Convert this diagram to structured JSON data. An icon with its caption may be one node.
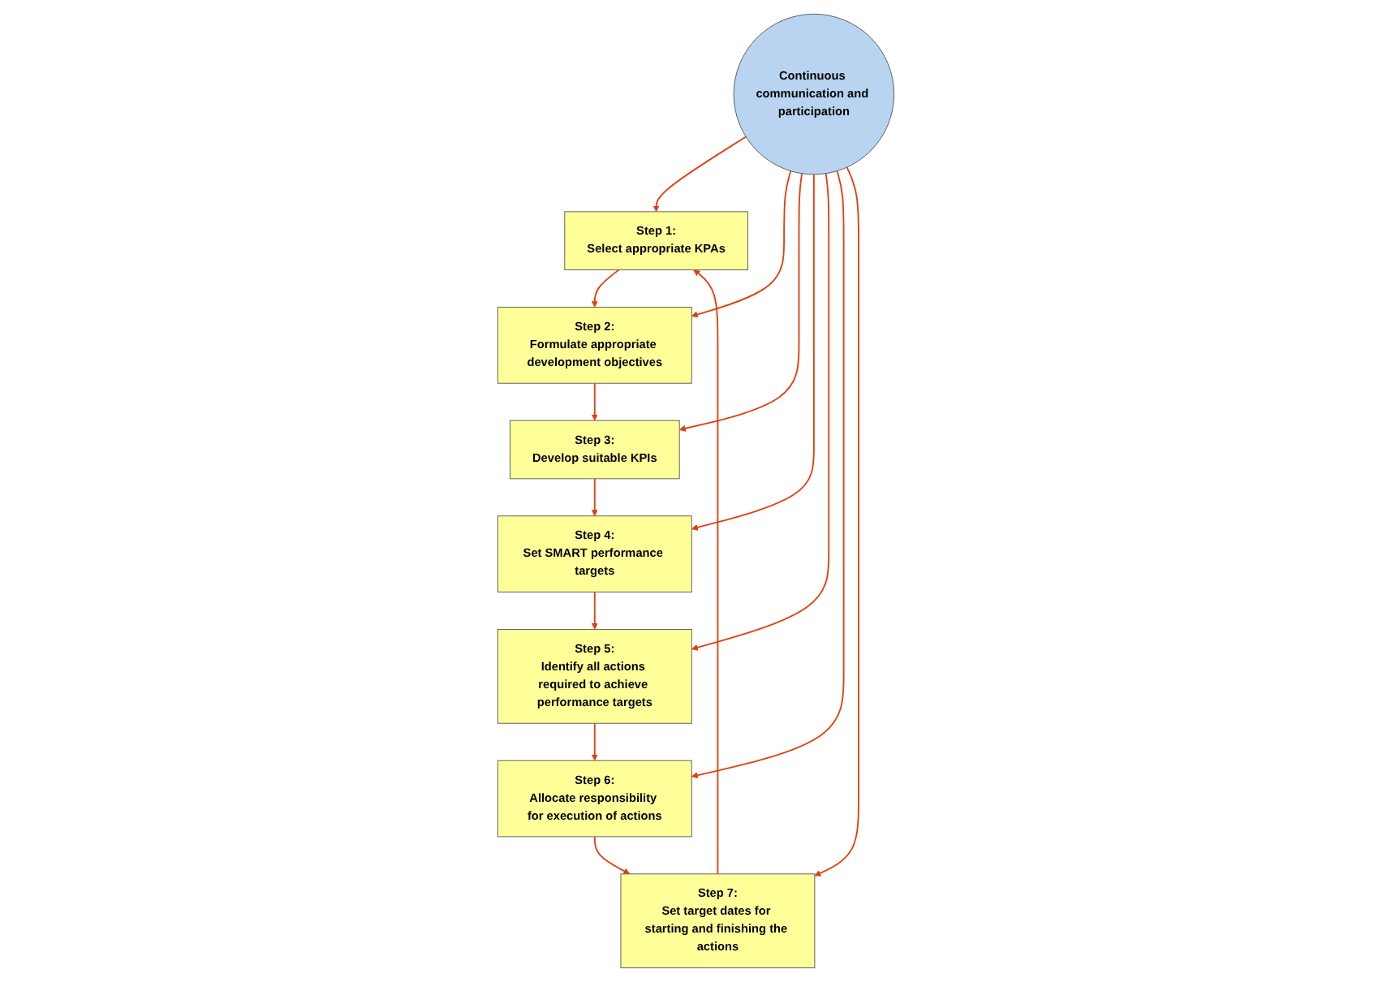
{
  "diagram": {
    "nodes": [
      {
        "text": [
          "Step 1:",
          "Select appropriate KPAs"
        ]
      },
      {
        "text": [
          "Step 2:",
          "Formulate appropriate development objectives"
        ]
      },
      {
        "text": [
          "Step 3:",
          "Develop suitable KPIs"
        ]
      },
      {
        "text": [
          "Step 4:",
          "Set SMART performance targets"
        ]
      },
      {
        "text": [
          "Step 5:",
          "Identify all actions required to achieve performance targets"
        ]
      },
      {
        "text": [
          "Step 6:",
          "Allocate responsibility for execution of actions"
        ]
      },
      {
        "text": [
          "Step 7:",
          "Set target dates for starting and finishing the actions"
        ]
      },
      {
        "text": [
          "Continuous communication and participation"
        ]
      }
    ],
    "edges": [
      {
        "from": 0,
        "to": 1,
        "arrow": "to"
      },
      {
        "from": 1,
        "to": 2,
        "arrow": "to"
      },
      {
        "from": 2,
        "to": 3,
        "arrow": "to"
      },
      {
        "from": 3,
        "to": 4,
        "arrow": "to"
      },
      {
        "from": 4,
        "to": 5,
        "arrow": "to"
      },
      {
        "from": 5,
        "to": 6,
        "arrow": "to"
      },
      {
        "from": 6,
        "to": 0,
        "arrow": "to"
      },
      {
        "from": 7,
        "to": 0,
        "arrow": "to"
      },
      {
        "from": 7,
        "to": 1,
        "arrow": "to"
      },
      {
        "from": 7,
        "to": 2,
        "arrow": "to"
      },
      {
        "from": 7,
        "to": 3,
        "arrow": "to"
      },
      {
        "from": 7,
        "to": 4,
        "arrow": "to"
      },
      {
        "from": 7,
        "to": 5,
        "arrow": "to"
      },
      {
        "from": 7,
        "to": 6,
        "arrow": "to"
      }
    ]
  }
}
